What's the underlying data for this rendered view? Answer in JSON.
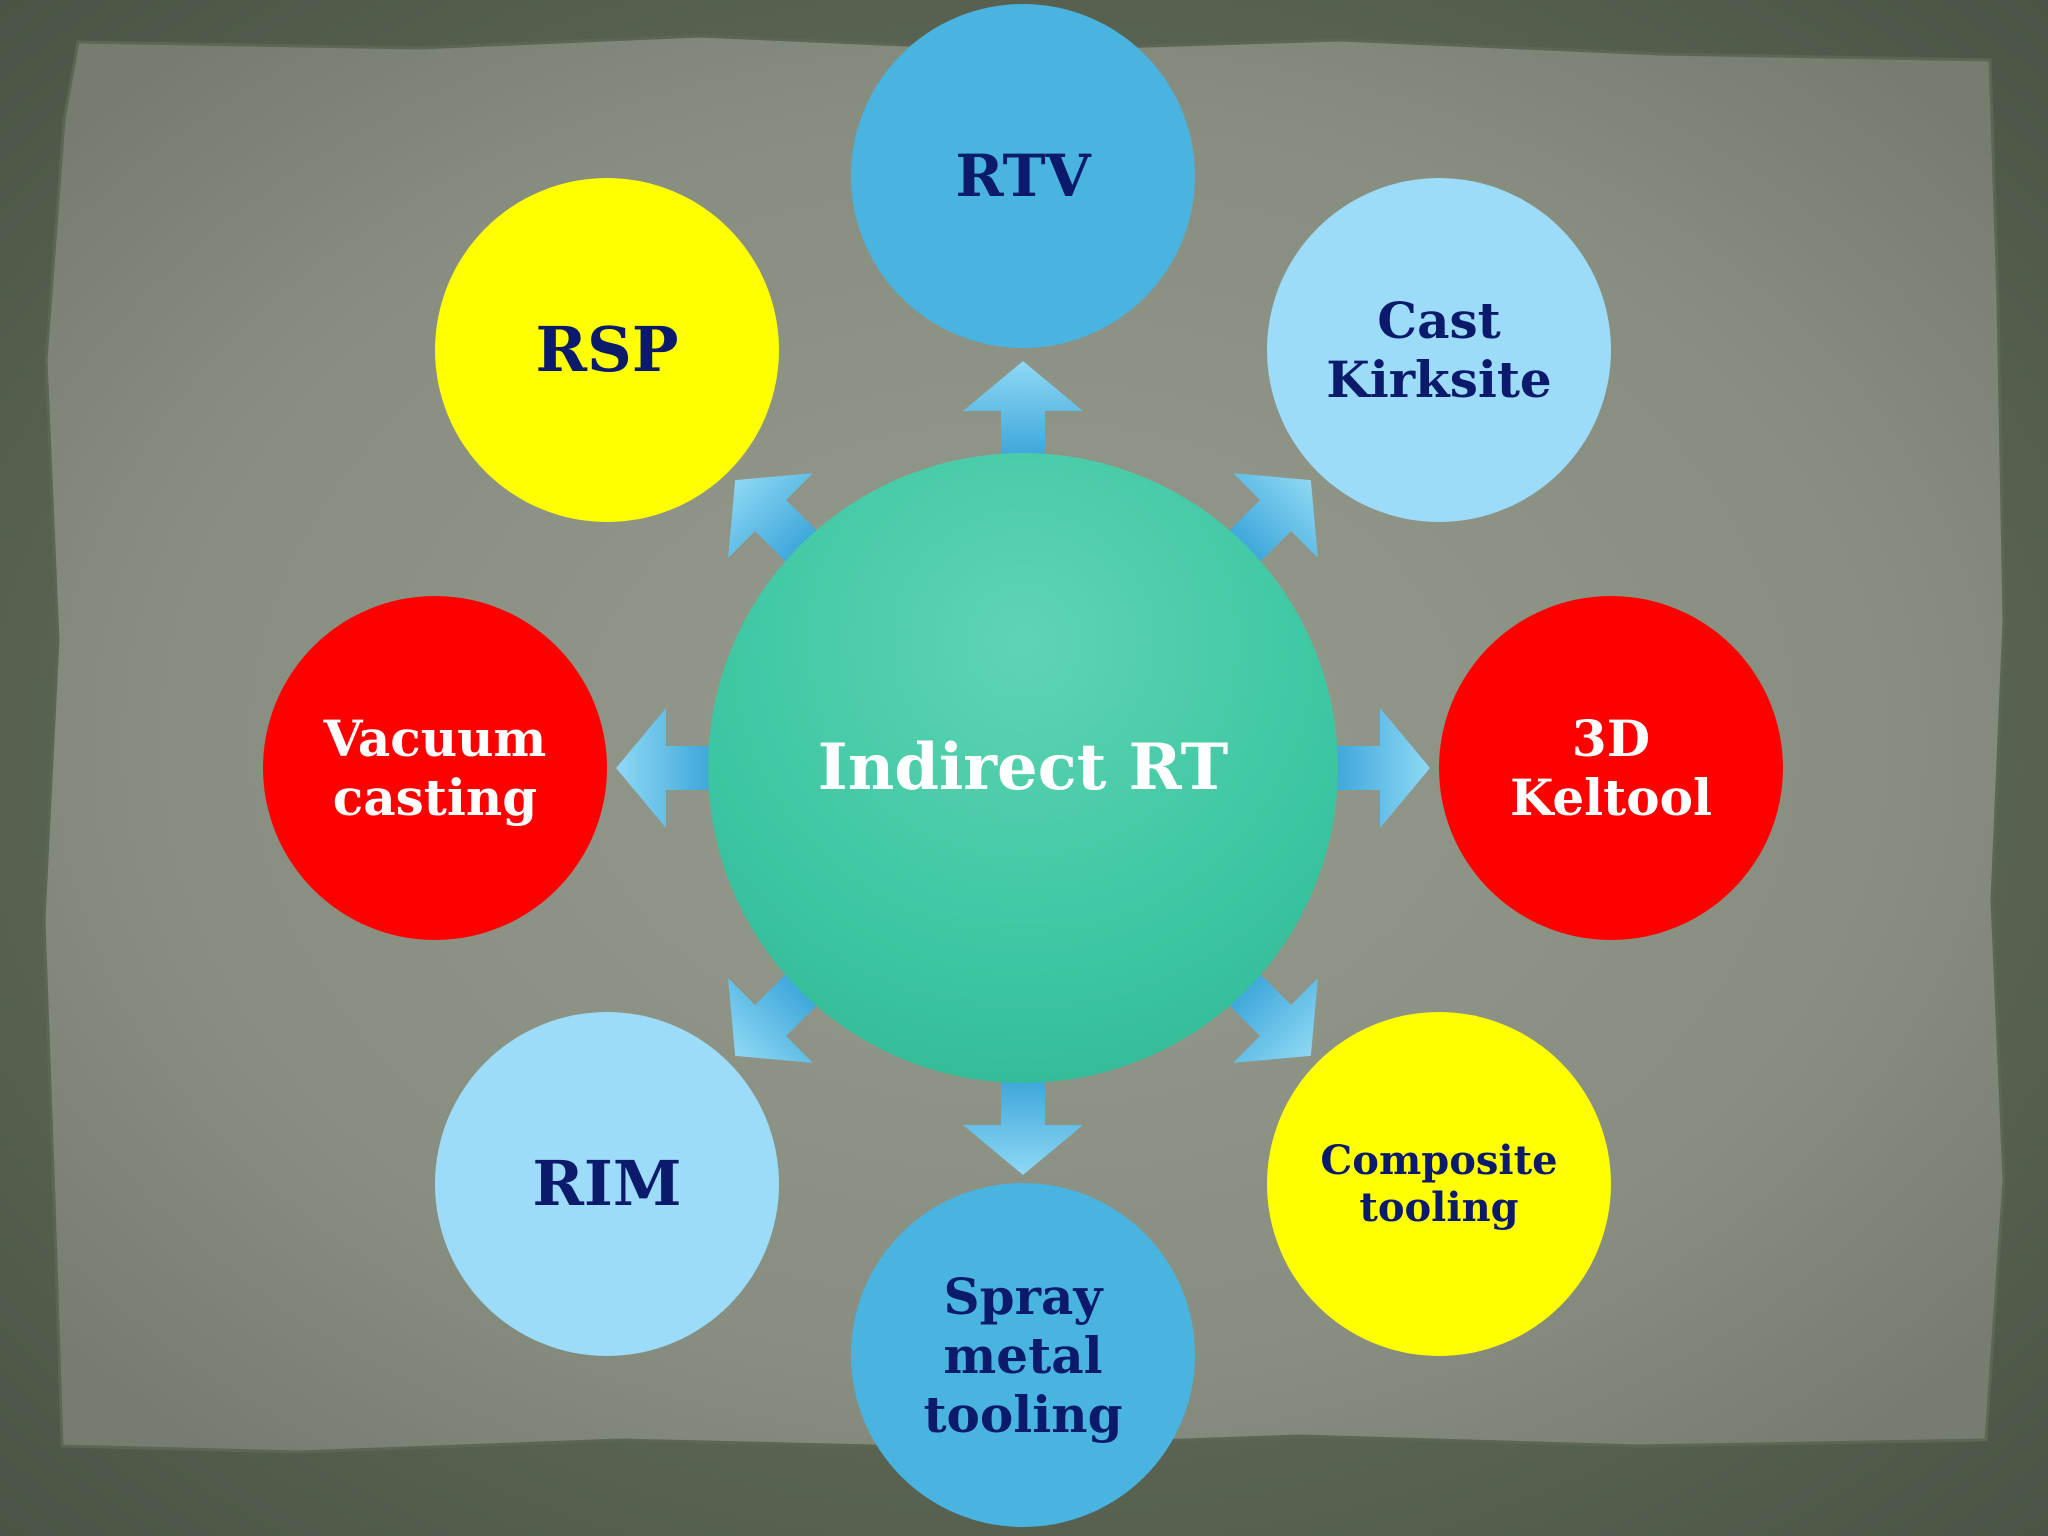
{
  "diagram": {
    "center": {
      "label": "Indirect RT",
      "color": "#3cc6a1",
      "text_color": "#ffffff"
    },
    "nodes": [
      {
        "id": "rtv",
        "label": "RTV",
        "color": "#4ab4e0",
        "text_color": "#0c1a6b"
      },
      {
        "id": "cast-kirksite",
        "label": "Cast\nKirksite",
        "color": "#9ddcf8",
        "text_color": "#0c1a6b"
      },
      {
        "id": "3d-keltool",
        "label": "3D\nKeltool",
        "color": "#ff0000",
        "text_color": "#ffffff"
      },
      {
        "id": "composite-tooling",
        "label": "Composite\ntooling",
        "color": "#ffff00",
        "text_color": "#0c1a6b"
      },
      {
        "id": "spray-metal-tooling",
        "label": "Spray\nmetal\ntooling",
        "color": "#4ab4e0",
        "text_color": "#0c1a6b"
      },
      {
        "id": "rim",
        "label": "RIM",
        "color": "#9ddcf8",
        "text_color": "#0c1a6b"
      },
      {
        "id": "vacuum-casting",
        "label": "Vacuum\ncasting",
        "color": "#ff0000",
        "text_color": "#ffffff"
      },
      {
        "id": "rsp",
        "label": "RSP",
        "color": "#ffff00",
        "text_color": "#0c1a6b"
      }
    ],
    "arrow_color": "#5cc4f2"
  }
}
